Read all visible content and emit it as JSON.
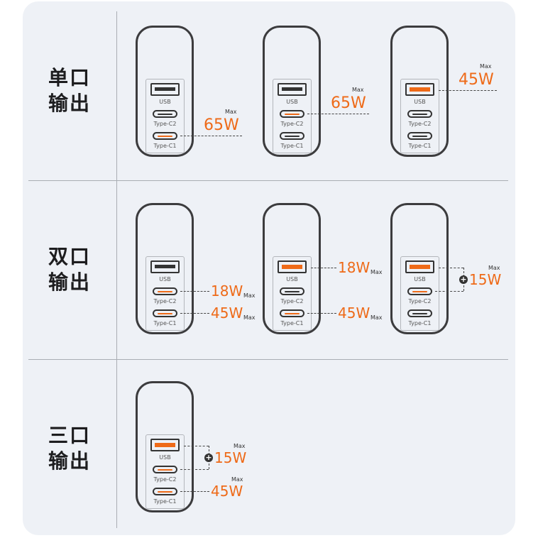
{
  "labels": {
    "usb": "USB",
    "type_c2": "Type-C2",
    "type_c1": "Type-C1",
    "max": "Max"
  },
  "rows": [
    {
      "title": "单口输出",
      "chargers": [
        {
          "active": [
            "c1"
          ],
          "outputs": [
            {
              "port": "c1",
              "watts": "65W"
            }
          ]
        },
        {
          "active": [
            "c2"
          ],
          "outputs": [
            {
              "port": "c2",
              "watts": "65W"
            }
          ]
        },
        {
          "active": [
            "usb"
          ],
          "outputs": [
            {
              "port": "usb",
              "watts": "45W"
            }
          ]
        }
      ]
    },
    {
      "title": "双口输出",
      "chargers": [
        {
          "active": [
            "c2",
            "c1"
          ],
          "outputs": [
            {
              "port": "c2",
              "watts": "18W"
            },
            {
              "port": "c1",
              "watts": "45W"
            }
          ]
        },
        {
          "active": [
            "usb",
            "c1"
          ],
          "outputs": [
            {
              "port": "usb",
              "watts": "18W"
            },
            {
              "port": "c1",
              "watts": "45W"
            }
          ]
        },
        {
          "active": [
            "usb",
            "c2"
          ],
          "outputs": [
            {
              "port": "usb+c2",
              "watts": "15W"
            }
          ]
        }
      ]
    },
    {
      "title": "三口输出",
      "chargers": [
        {
          "active": [
            "usb",
            "c2",
            "c1"
          ],
          "outputs": [
            {
              "port": "usb+c2",
              "watts": "15W"
            },
            {
              "port": "c1",
              "watts": "45W"
            }
          ]
        }
      ]
    }
  ],
  "colors": {
    "accent": "#ee6a18",
    "outline": "#3c3c3e",
    "panel": "#eef1f6"
  },
  "icons": [
    "plus-circle-icon"
  ]
}
